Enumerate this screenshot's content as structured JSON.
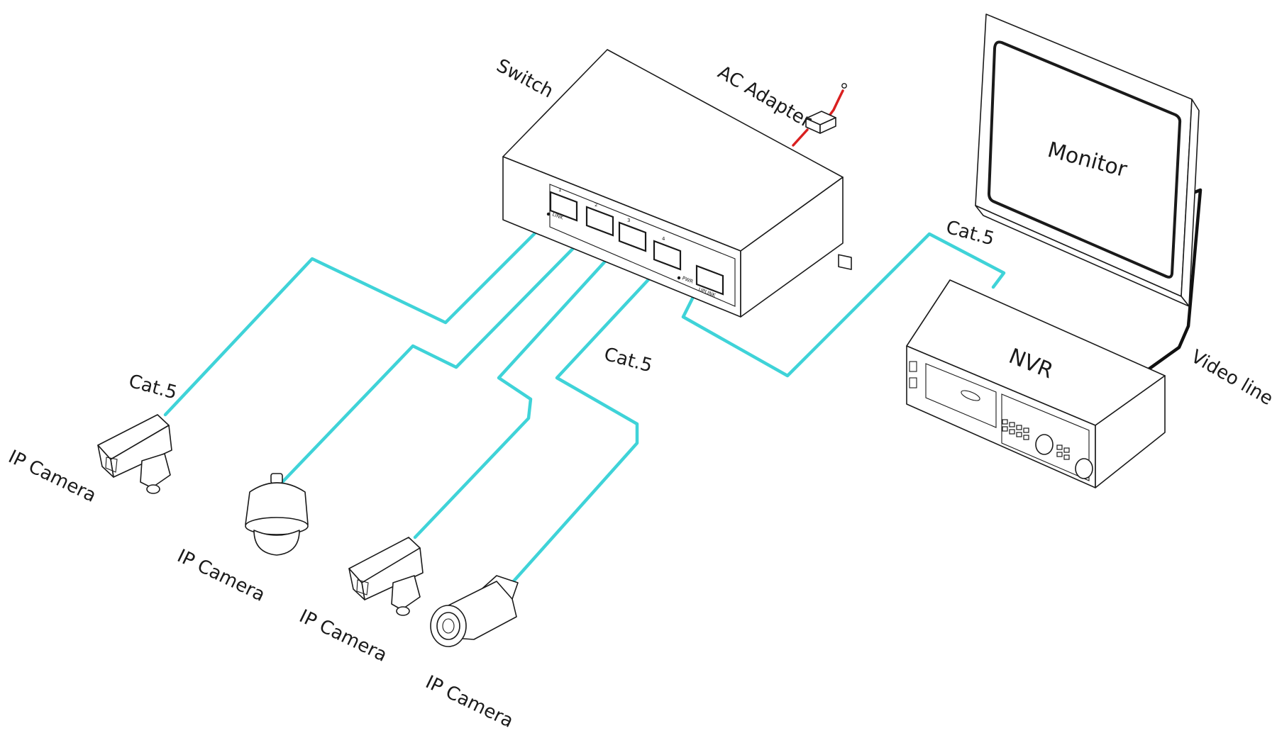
{
  "labels": {
    "switch": "Switch",
    "ac_adapter": "AC Adapter",
    "monitor": "Monitor",
    "nvr": "NVR",
    "video_line": "Video line",
    "cable_switch_nvr": "Cat.5",
    "cable_cam1": "Cat.5",
    "cable_cam4": "Cat.5",
    "camera_1": "IP Camera",
    "camera_2": "IP Camera",
    "camera_3": "IP Camera",
    "camera_4": "IP Camera"
  },
  "port_labels": {
    "p1": "1",
    "p2": "2",
    "p3": "3",
    "p4": "4",
    "link": "LINK",
    "pwr": "PWR",
    "uplink": "UPLINK"
  },
  "colors": {
    "cat5_cable": "#3fd3d8",
    "power_cable": "#d92020",
    "video_cable": "#111111",
    "outline": "#1a1a1a"
  }
}
